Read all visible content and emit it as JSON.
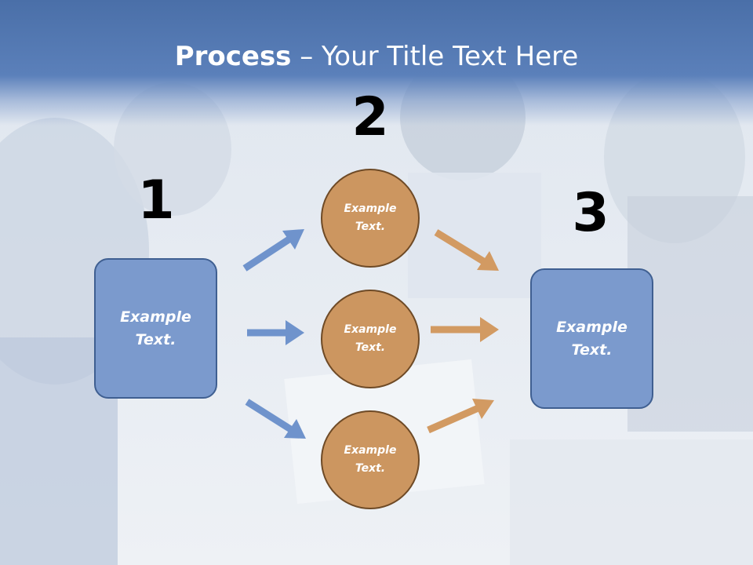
{
  "slide": {
    "title_bold": "Process",
    "title_rest": " – Your Title Text Here"
  },
  "steps": {
    "one": "1",
    "two": "2",
    "three": "3"
  },
  "left_box": {
    "text": "Example\nText."
  },
  "right_box": {
    "text": "Example\nText."
  },
  "circles": [
    {
      "text": "Example\nText."
    },
    {
      "text": "Example\nText."
    },
    {
      "text": "Example\nText."
    }
  ],
  "colors": {
    "header": "#5b80ba",
    "box_fill": "#7b9acd",
    "circle_fill": "#cc9660",
    "blue_arrow": "#6f93cc",
    "orange_arrow": "#d29a62"
  }
}
